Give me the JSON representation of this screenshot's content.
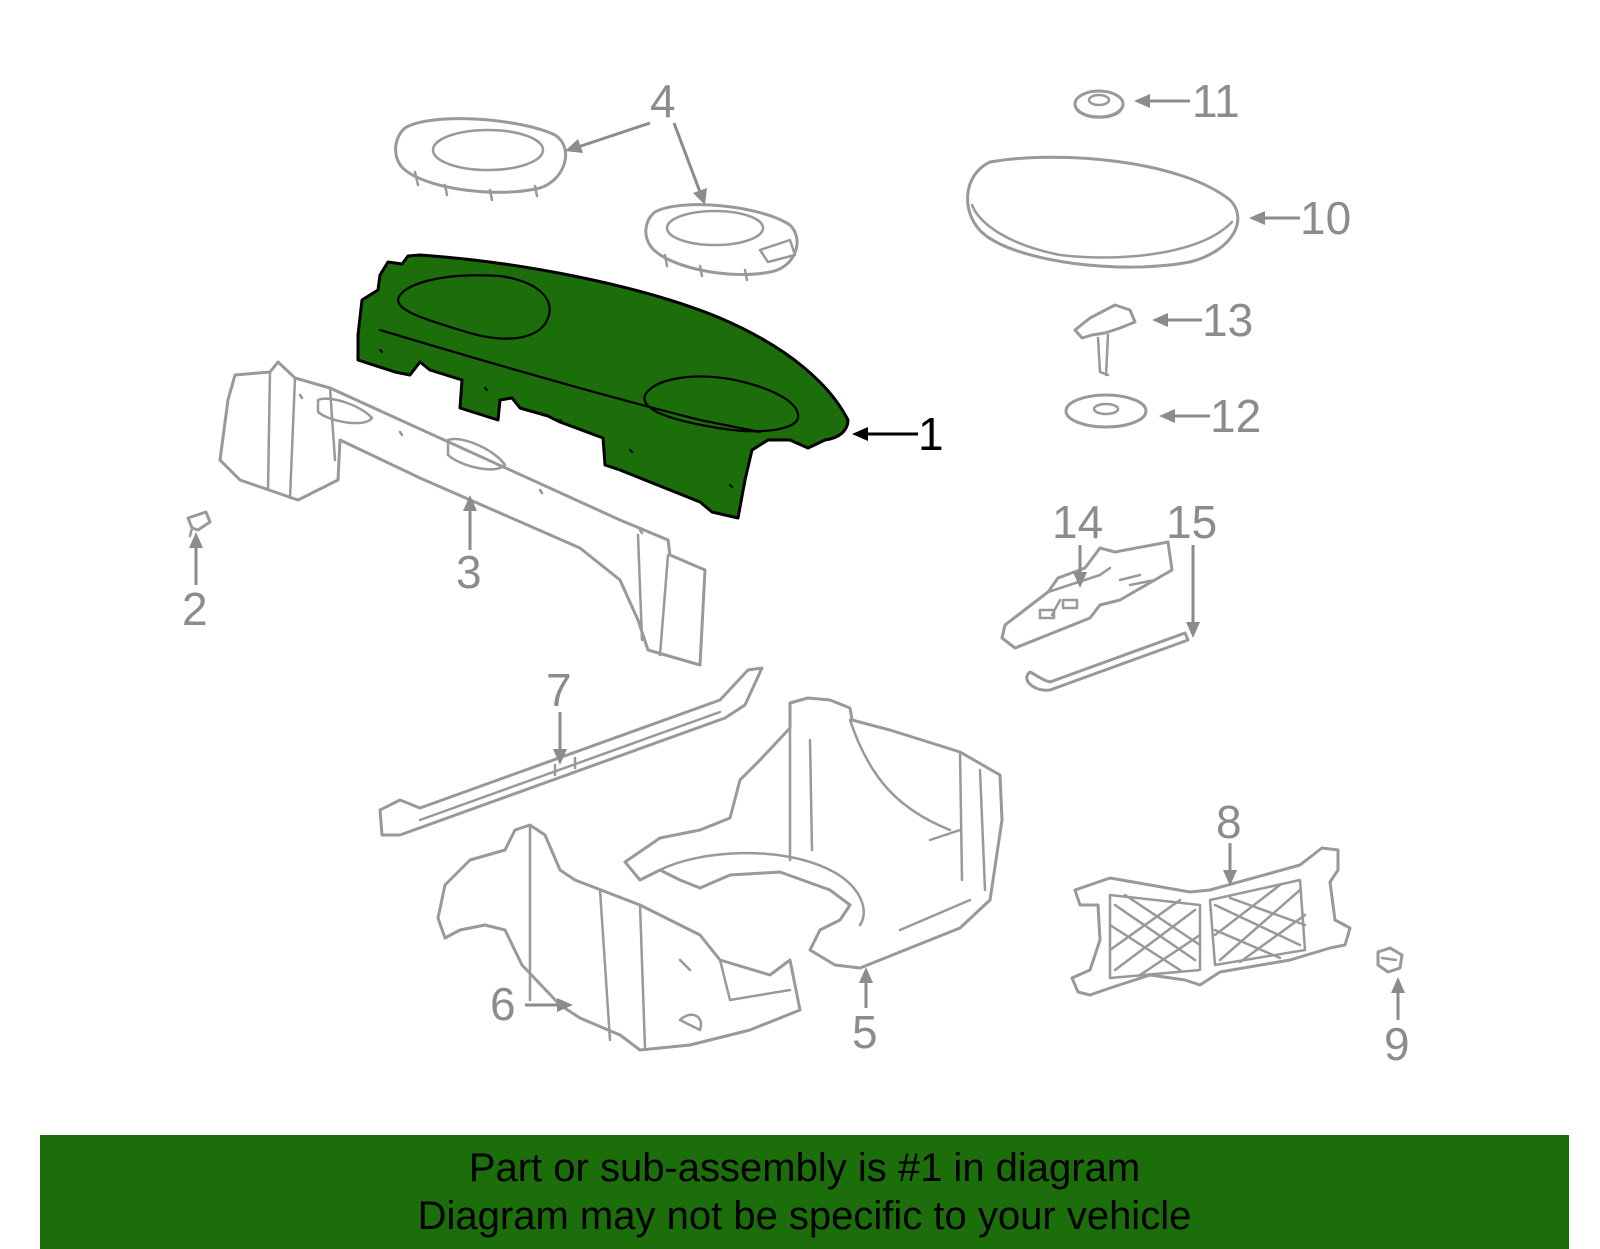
{
  "colors": {
    "highlight": "#1b6e0a",
    "part_stroke": "#999999",
    "callout": "#8c8c8c",
    "banner_bg": "#1b6e0a",
    "banner_text": "#000000"
  },
  "highlighted_part": "1",
  "callouts": [
    {
      "id": "1",
      "label": "1"
    },
    {
      "id": "2",
      "label": "2"
    },
    {
      "id": "3",
      "label": "3"
    },
    {
      "id": "4",
      "label": "4"
    },
    {
      "id": "5",
      "label": "5"
    },
    {
      "id": "6",
      "label": "6"
    },
    {
      "id": "7",
      "label": "7"
    },
    {
      "id": "8",
      "label": "8"
    },
    {
      "id": "9",
      "label": "9"
    },
    {
      "id": "10",
      "label": "10"
    },
    {
      "id": "11",
      "label": "11"
    },
    {
      "id": "12",
      "label": "12"
    },
    {
      "id": "13",
      "label": "13"
    },
    {
      "id": "14",
      "label": "14"
    },
    {
      "id": "15",
      "label": "15"
    }
  ],
  "banner": {
    "line1": "Part or sub-assembly is #1 in diagram",
    "line2": "Diagram may not be specific to your vehicle"
  }
}
